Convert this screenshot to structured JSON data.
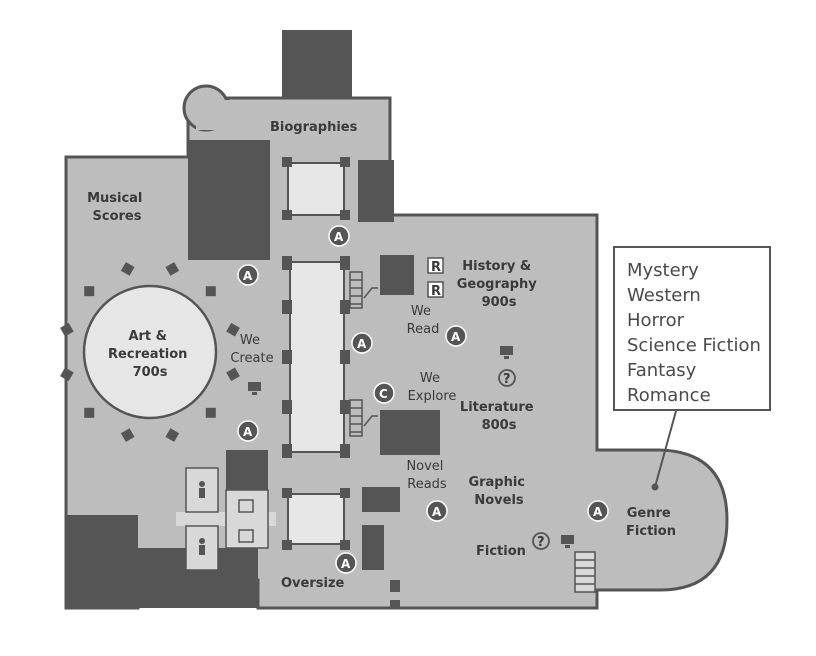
{
  "rooms": {
    "biographies": "Biographies",
    "musical_scores": [
      "Musical",
      "Scores"
    ],
    "art_recreation": [
      "Art &",
      "Recreation",
      "700s"
    ],
    "we_create": [
      "We",
      "Create"
    ],
    "history_geography": [
      "History &",
      "Geography",
      "900s"
    ],
    "we_read": [
      "We",
      "Read"
    ],
    "we_explore": [
      "We",
      "Explore"
    ],
    "literature": [
      "Literature",
      "800s"
    ],
    "novel_reads": [
      "Novel",
      "Reads"
    ],
    "graphic_novels": [
      "Graphic",
      "Novels"
    ],
    "fiction": "Fiction",
    "genre_fiction": [
      "Genre",
      "Fiction"
    ],
    "oversize": "Oversize"
  },
  "legend": {
    "items": [
      "Mystery",
      "Western",
      "Horror",
      "Science Fiction",
      "Fantasy",
      "Romance"
    ]
  },
  "markers": {
    "a_label": "A",
    "c_label": "C",
    "r_label": "R"
  },
  "icons": {
    "computer": "computer-icon",
    "help": "help-icon",
    "restroom": "restroom-icon",
    "elevator": "elevator-icon",
    "escalator": "escalator-icon",
    "stairs": "stairs-icon"
  },
  "colors": {
    "floor": "#bdbdbd",
    "wall": "#555555",
    "room_light": "#e6e6e6"
  }
}
